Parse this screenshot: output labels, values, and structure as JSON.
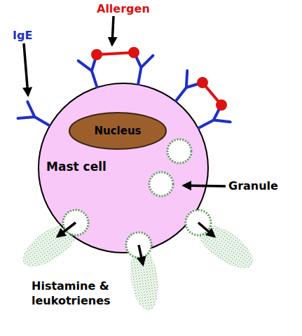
{
  "diagram": {
    "nodes": [
      {
        "text": [
          "Mast cell"
        ]
      },
      {
        "text": [
          "Nucleus"
        ],
        "in": 0
      }
    ],
    "labels": [
      "Allergen",
      "IgE",
      "Granule",
      "Histamine & leukotrienes"
    ]
  }
}
